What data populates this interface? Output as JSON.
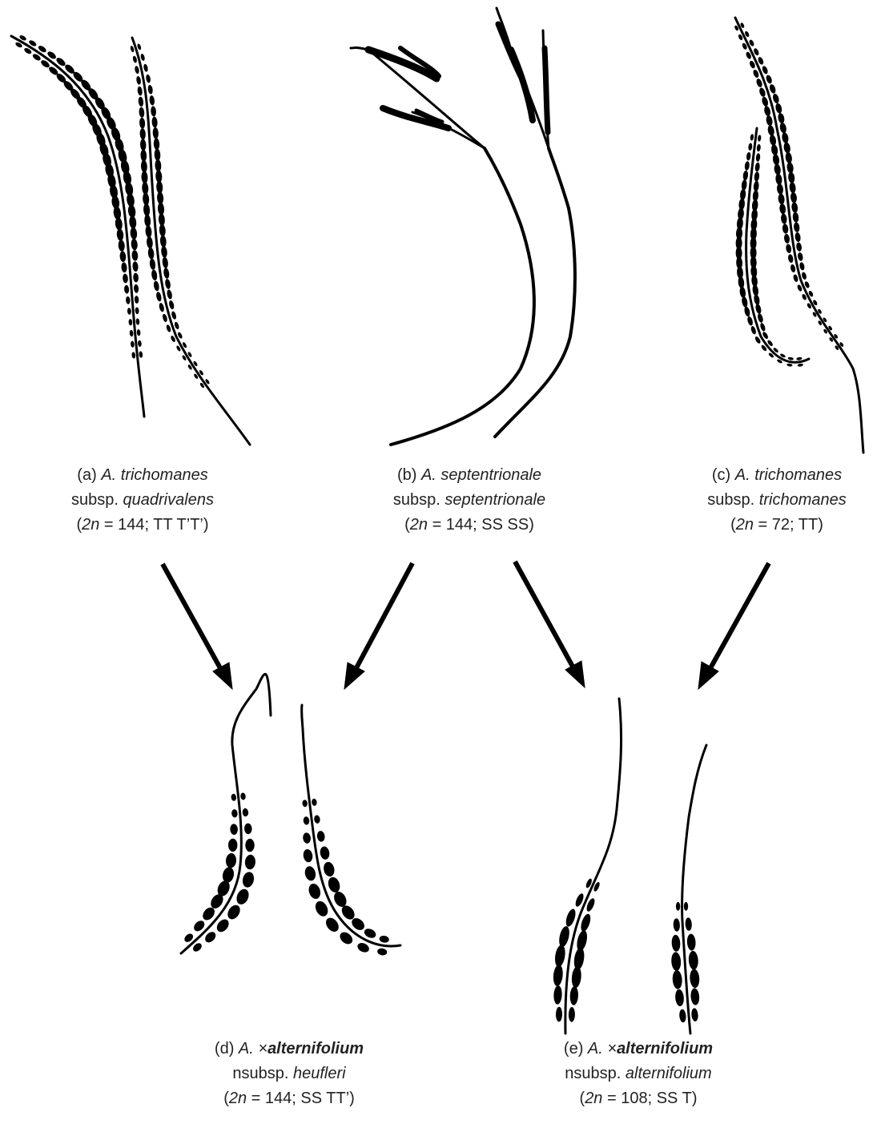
{
  "colors": {
    "silhouette": "#000000",
    "text": "#222222",
    "background": "#ffffff"
  },
  "specimens": [
    {
      "id": "a",
      "label": "(a)",
      "name": "A. trichomanes",
      "rank": "subsp.",
      "epithet": "quadrivalens",
      "count_var": "2n",
      "count_rest": " = 144; TT T’T’"
    },
    {
      "id": "b",
      "label": "(b)",
      "name": "A. septentrionale",
      "rank": "subsp.",
      "epithet": "septentrionale",
      "count_var": "2n",
      "count_rest": " = 144; SS SS"
    },
    {
      "id": "c",
      "label": "(c)",
      "name": "A. trichomanes",
      "rank": "subsp.",
      "epithet": "trichomanes",
      "count_var": "2n",
      "count_rest": " = 72; TT"
    },
    {
      "id": "d",
      "label": "(d)",
      "name_prefix": "A. ×",
      "name_bold": "alternifolium",
      "rank": "nsubsp.",
      "epithet": "heufleri",
      "count_var": "2n",
      "count_rest": " = 144; SS TT’"
    },
    {
      "id": "e",
      "label": "(e)",
      "name_prefix": "A. ×",
      "name_bold": "alternifolium",
      "rank": "nsubsp.",
      "epithet": "alternifolium",
      "count_var": "2n",
      "count_rest": " = 108; SS T"
    }
  ],
  "arrows": [
    {
      "from": "a",
      "to": "d"
    },
    {
      "from": "b",
      "to": "d"
    },
    {
      "from": "b",
      "to": "e"
    },
    {
      "from": "c",
      "to": "e"
    }
  ]
}
